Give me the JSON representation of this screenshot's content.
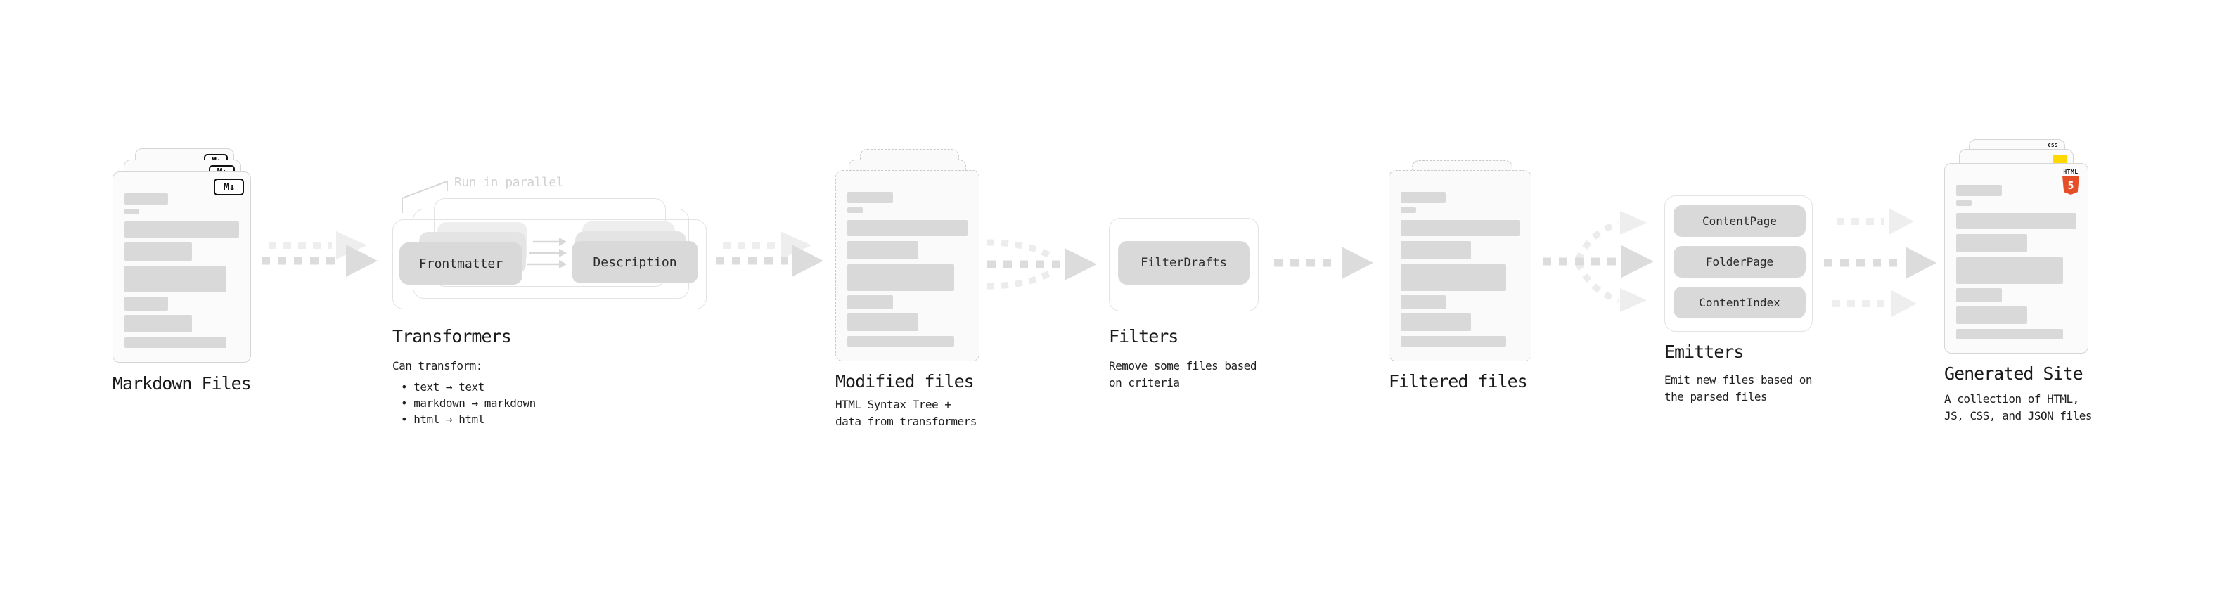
{
  "diagram": {
    "stages": {
      "markdown_files": {
        "label": "Markdown Files",
        "badge": "M↓"
      },
      "transformers": {
        "label": "Transformers",
        "annotation": "Run in parallel",
        "nodes": [
          "Frontmatter",
          "Description"
        ],
        "caption_heading": "Can transform:",
        "caption_items": [
          "• text → text",
          "• markdown → markdown",
          "• html → html"
        ]
      },
      "modified_files": {
        "label": "Modified files",
        "caption": [
          "HTML Syntax Tree +",
          "data from transformers"
        ]
      },
      "filters": {
        "label": "Filters",
        "nodes": [
          "FilterDrafts"
        ],
        "caption": [
          "Remove some files based",
          "on criteria"
        ]
      },
      "filtered_files": {
        "label": "Filtered files"
      },
      "emitters": {
        "label": "Emitters",
        "nodes": [
          "ContentPage",
          "FolderPage",
          "ContentIndex"
        ],
        "caption": [
          "Emit new files based on",
          "the parsed files"
        ]
      },
      "generated_site": {
        "label": "Generated Site",
        "caption": [
          "A collection of HTML,",
          "JS, CSS, and JSON files"
        ],
        "badges": {
          "html5_text": "HTML",
          "html5_number": "5",
          "css_text": "CSS"
        }
      }
    },
    "page_bars": [
      {
        "w": 38,
        "h": 16,
        "mb": 6
      },
      {
        "w": 13,
        "h": 8,
        "mb": 10
      },
      {
        "w": 100,
        "h": 23,
        "mb": 7
      },
      {
        "w": 59,
        "h": 26,
        "mb": 7
      },
      {
        "w": 89,
        "h": 38,
        "mb": 6
      },
      {
        "w": 38,
        "h": 20,
        "mb": 6
      },
      {
        "w": 59,
        "h": 25,
        "mb": 7
      },
      {
        "w": 89,
        "h": 15,
        "mb": 0
      }
    ],
    "colors": {
      "background": "#ffffff",
      "page_fill": "#fbfbfb",
      "page_border": "#d6d6d6",
      "dashed_border": "#c9c9c9",
      "placeholder_bar": "#d9d9d9",
      "node_fill": "#d9d9d9",
      "node_text": "#2b2b2b",
      "group_border": "#e3e3e3",
      "label_text": "#1a1a1a",
      "caption_text": "#1f1f1f",
      "annotation_text": "#d2d2d2",
      "arrow_primary": "#dcdcdc",
      "arrow_secondary": "#eeeeee",
      "markdown_badge": "#111111",
      "html5_orange": "#e64e27",
      "js_yellow": "#ffd900",
      "css_blue": "#2f6de4"
    }
  }
}
